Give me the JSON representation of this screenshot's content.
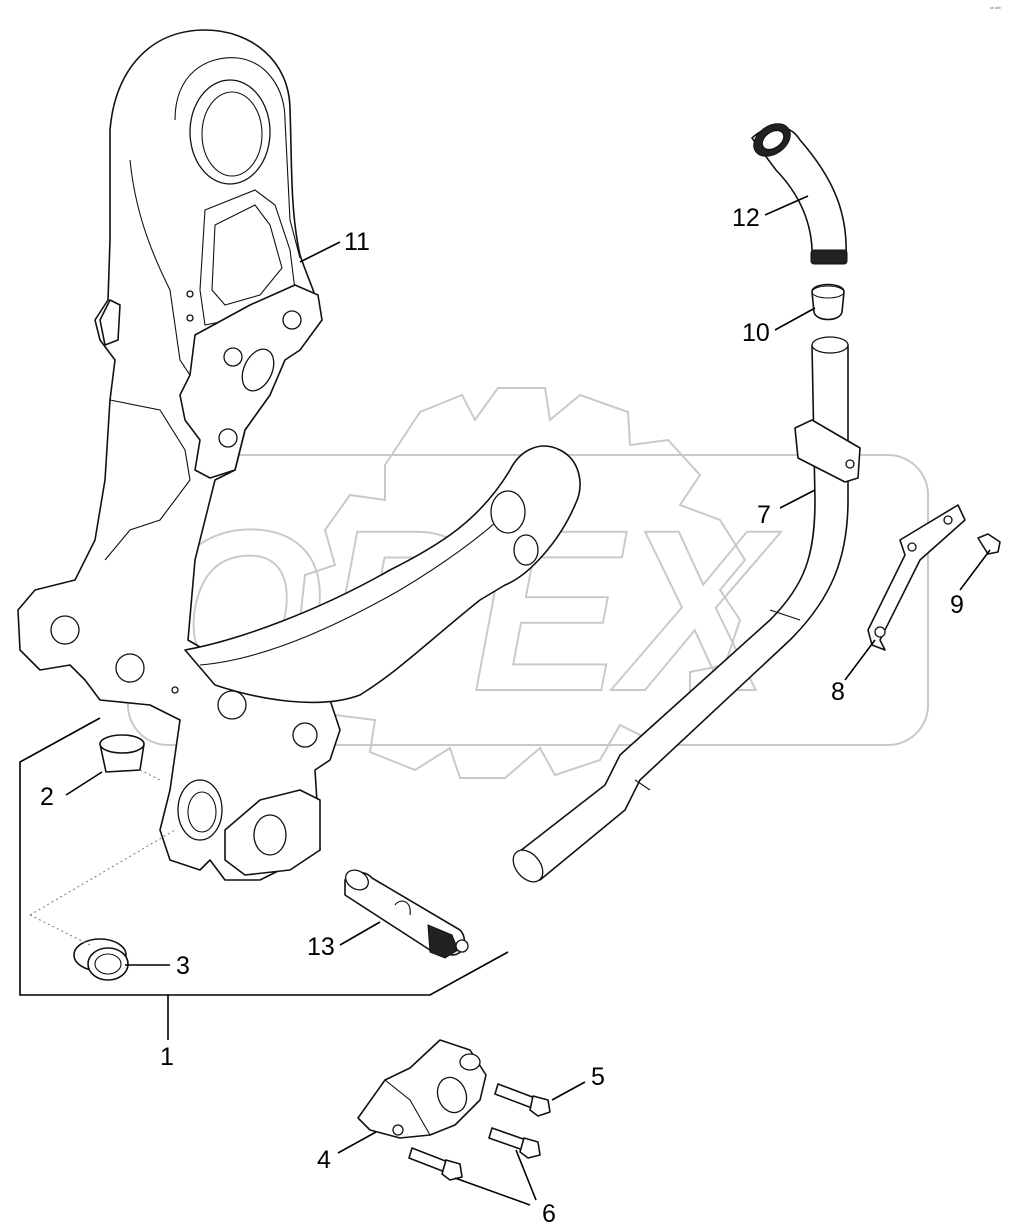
{
  "watermark": {
    "text": "OPEX"
  },
  "corner_mark": "ᵃᵇ ᵃᵇᵇ",
  "callouts": [
    {
      "id": "1",
      "label": "1"
    },
    {
      "id": "2",
      "label": "2"
    },
    {
      "id": "3",
      "label": "3"
    },
    {
      "id": "4",
      "label": "4"
    },
    {
      "id": "5",
      "label": "5"
    },
    {
      "id": "6",
      "label": "6"
    },
    {
      "id": "7",
      "label": "7"
    },
    {
      "id": "8",
      "label": "8"
    },
    {
      "id": "9",
      "label": "9"
    },
    {
      "id": "10",
      "label": "10"
    },
    {
      "id": "11",
      "label": "11"
    },
    {
      "id": "12",
      "label": "12"
    },
    {
      "id": "13",
      "label": "13"
    }
  ]
}
